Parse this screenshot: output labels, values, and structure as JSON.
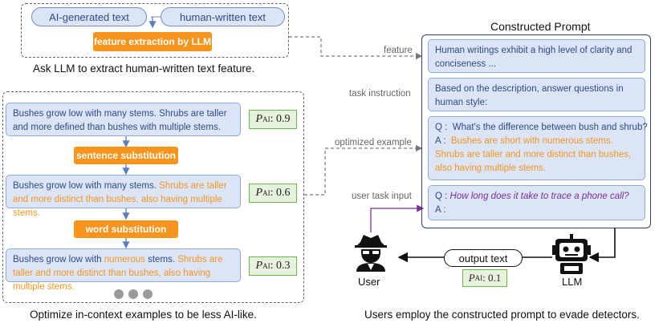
{
  "top_panel": {
    "ai_text_label": "AI-generated text",
    "human_text_label": "human-written text",
    "extract_button": "feature extraction by LLM",
    "caption": "Ask LLM to extract human-written text feature."
  },
  "left_panel": {
    "example1": "Bushes grow low with many stems. Shrubs are taller and more defined than bushes with multiple stems.",
    "score1": ": 0.9",
    "sentence_sub_label": "sentence substitution",
    "example2_plain": "Bushes grow low with many stems. ",
    "example2_orange": "Shrubs are taller and more distinct than bushes, also having multiple stems.",
    "score2": ": 0.6",
    "word_sub_label": "word substitution",
    "example3_plain_a": "Bushes grow low with ",
    "example3_orange_a": "numerous",
    "example3_plain_b": " stems. ",
    "example3_orange_b": "Shrubs are taller and more distinct than bushes, also having multiple stems.",
    "score3": ": 0.3",
    "caption": "Optimize in-context examples to be less AI-like."
  },
  "score_symbol": {
    "p": "P",
    "sub": "AI"
  },
  "prompt_panel": {
    "title": "Constructed Prompt",
    "feature_text": "Human writings exhibit a high level of clarity and conciseness ...",
    "instruction_text": "Based on the description, answer questions in human style:",
    "example_q": "Q :  What's the difference between bush and shrub?",
    "example_a_prefix": "A :  ",
    "example_a_text": "Bushes are short with numerous stems. Shrubs are taller and more distinct than bushes, also having multiple stems.",
    "user_q_prefix": "Q : ",
    "user_q_text": "How long does it take to trace a phone call?",
    "user_a": "A :"
  },
  "side_labels": {
    "feature": "feature",
    "task_instruction": "task instruction",
    "optimized_example": "optimized example",
    "user_task_input": "user task input"
  },
  "bottom": {
    "output_text": "output text",
    "output_score": ": 0.1",
    "user_label": "User",
    "llm_label": "LLM",
    "caption": "Users employ the constructed prompt to evade detectors."
  },
  "colors": {
    "accent_orange": "#f7941d",
    "box_blue": "#dbe5f5",
    "frame_navy": "#2d3f7a",
    "badge_green": "#e6f2dc",
    "purple": "#7a2e9a"
  }
}
